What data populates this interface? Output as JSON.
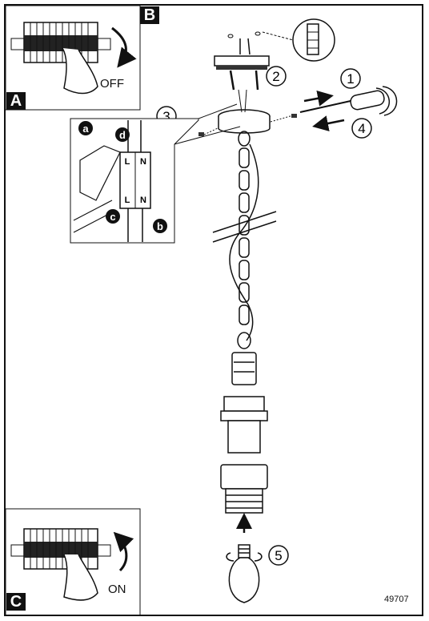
{
  "panels": {
    "a": "A",
    "b": "B",
    "c": "C"
  },
  "switch_labels": {
    "off": "OFF",
    "on": "ON"
  },
  "steps": [
    "1",
    "2",
    "3",
    "4",
    "5"
  ],
  "connector_steps": [
    "a",
    "b",
    "c",
    "d"
  ],
  "terminal_labels": {
    "live": "L",
    "neutral": "N"
  },
  "model_number": "49707"
}
